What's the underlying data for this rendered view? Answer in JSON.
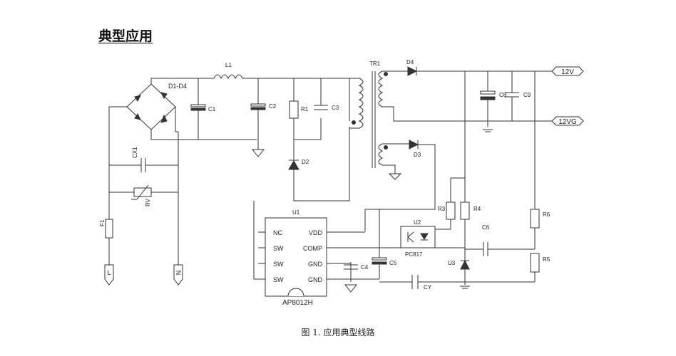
{
  "section_title": "典型应用",
  "caption": "图 1. 应用典型线路",
  "ic": {
    "designator": "U1",
    "part_number": "AP8012H",
    "pins_left": [
      "NC",
      "SW",
      "SW",
      "SW"
    ],
    "pins_right": [
      "VDD",
      "COMP",
      "GND",
      "GND"
    ]
  },
  "labels": {
    "bridge": "D1-D4",
    "inductor": "L1",
    "cap1": "C1",
    "cap2": "C2",
    "r1": "R1",
    "cap3": "C3",
    "d2": "D2",
    "transformer": "TR1",
    "d4": "D4",
    "d3": "D3",
    "c8": "C8",
    "c9": "C9",
    "u2": "U2",
    "u2_part": "PC817",
    "u3": "U3",
    "r3": "R3",
    "r4": "R4",
    "c6": "C6",
    "r6": "R6",
    "r5": "R5",
    "c4": "C4",
    "c5": "C5",
    "cy": "CY",
    "cx1": "CX1",
    "rv": "RV",
    "f1": "F1",
    "line": "L",
    "neutral": "N"
  },
  "outputs": [
    "12V",
    "12VG"
  ]
}
